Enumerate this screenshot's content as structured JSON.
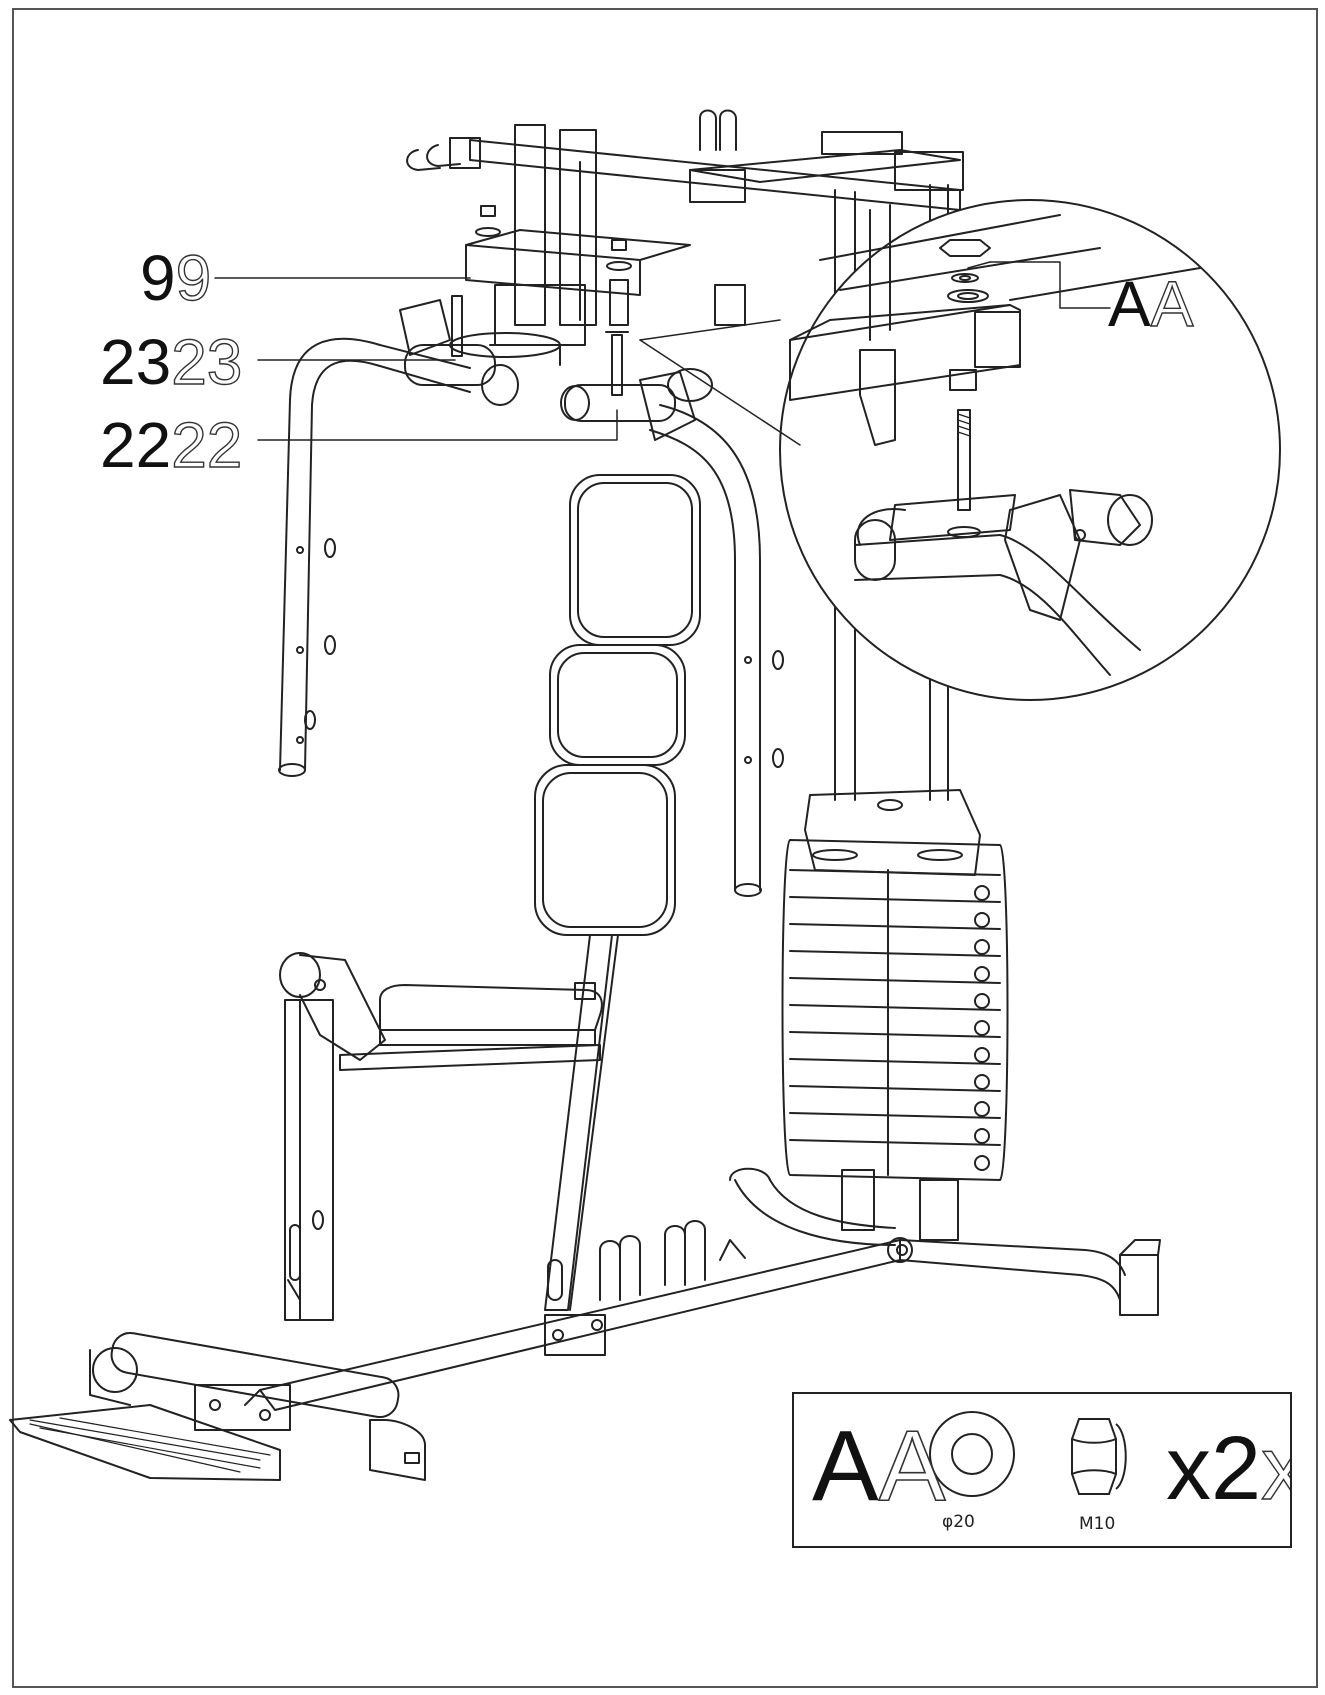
{
  "callouts": {
    "part_9": "9",
    "part_23": "23",
    "part_22": "22",
    "detail_hardware": "A"
  },
  "hardware": {
    "letter": "A",
    "washer_size": "φ20",
    "nut_size": "M10",
    "quantity": "x2"
  },
  "colors": {
    "line": "#222222",
    "background": "#ffffff"
  }
}
